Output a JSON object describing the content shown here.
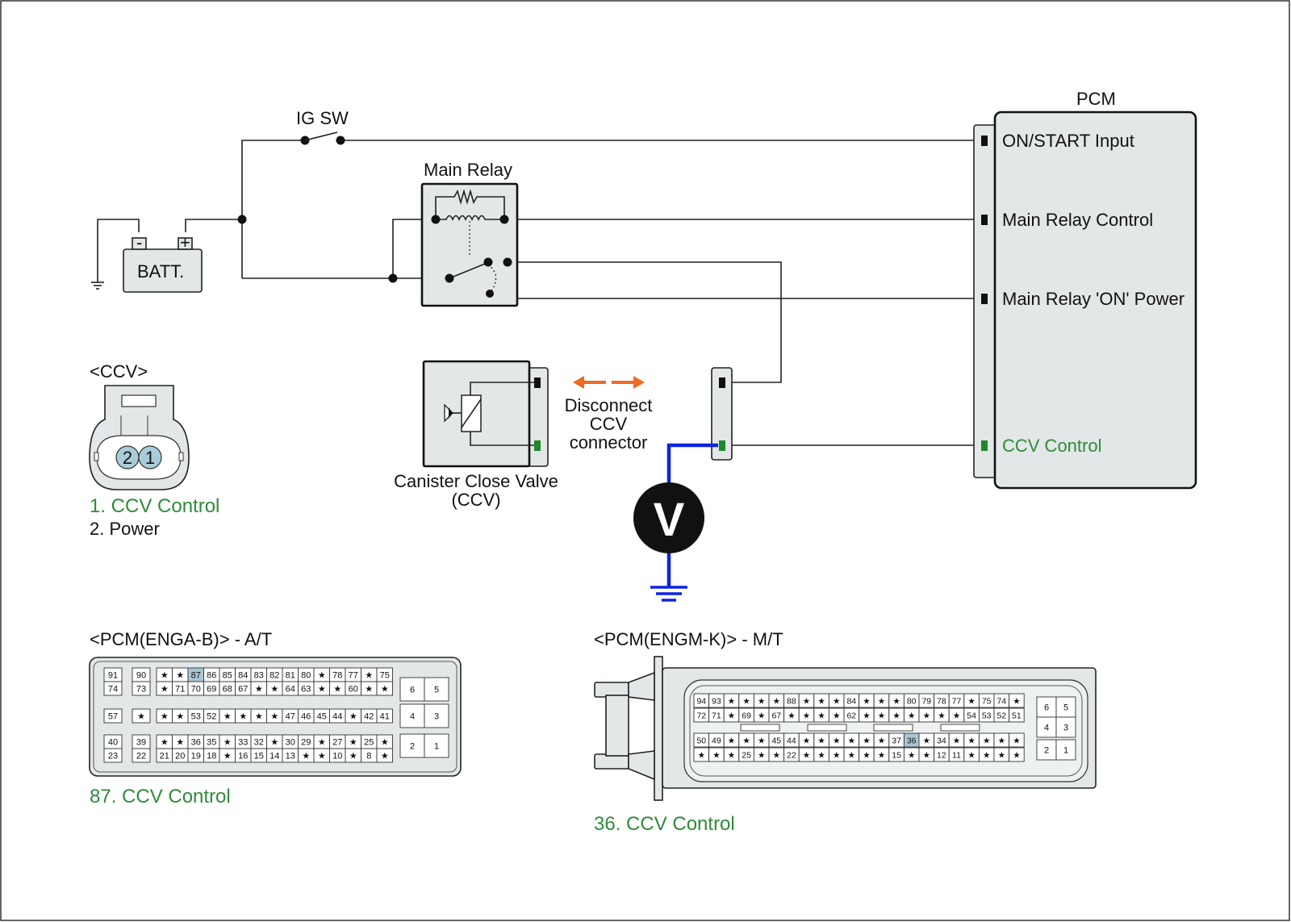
{
  "labels": {
    "ig_sw": "IG SW",
    "main_relay": "Main Relay",
    "batt": "BATT.",
    "batt_minus": "-",
    "batt_plus": "+",
    "pcm": "PCM",
    "pcm_on_start": "ON/START Input",
    "pcm_main_relay_control": "Main Relay Control",
    "pcm_main_relay_on_power": "Main Relay 'ON' Power",
    "pcm_ccv_control": "CCV Control",
    "ccv_title": "<CCV>",
    "ccv_pin_2": "2",
    "ccv_pin_1": "1",
    "ccv_legend_1": "1. CCV Control",
    "ccv_legend_2": "2. Power",
    "ccv_component_line1": "Canister Close Valve",
    "ccv_component_line2": "(CCV)",
    "disconnect_line1": "Disconnect",
    "disconnect_line2": "CCV",
    "disconnect_line3": "connector",
    "voltmeter": "V",
    "pcm_at_title": "<PCM(ENGA-B)> - A/T",
    "pcm_at_legend": "87. CCV Control",
    "pcm_mt_title": "<PCM(ENGM-K)> - M/T",
    "pcm_mt_legend": "36. CCV Control"
  },
  "colors": {
    "wire": "#222222",
    "measure_wire": "#1024e0",
    "arrow": "#ee6a22",
    "green_label": "#2e8b3a",
    "green_pin": "#1e8a2a",
    "box_fill": "#e3e7e7",
    "highlight_cell": "#a9c7d3",
    "ccv_pin_fill": "#a9cdd8"
  },
  "connector_at": {
    "left_col": [
      [
        "91",
        "90"
      ],
      [
        "74",
        "73"
      ],
      [
        "57",
        "★"
      ],
      [
        "40",
        "39"
      ],
      [
        "23",
        "22"
      ]
    ],
    "row1": [
      "★",
      "★",
      "87",
      "86",
      "85",
      "84",
      "83",
      "82",
      "81",
      "80",
      "★",
      "78",
      "77",
      "★",
      "75"
    ],
    "row2": [
      "★",
      "71",
      "70",
      "69",
      "68",
      "67",
      "★",
      "★",
      "64",
      "63",
      "★",
      "★",
      "60",
      "★",
      "★"
    ],
    "row3": [
      "★",
      "★",
      "53",
      "52",
      "★",
      "★",
      "★",
      "★",
      "47",
      "46",
      "45",
      "44",
      "★",
      "42",
      "41"
    ],
    "row4": [
      "★",
      "★",
      "36",
      "35",
      "★",
      "33",
      "32",
      "★",
      "30",
      "29",
      "★",
      "27",
      "★",
      "25",
      "★"
    ],
    "row5": [
      "21",
      "20",
      "19",
      "18",
      "★",
      "16",
      "15",
      "14",
      "13",
      "★",
      "★",
      "10",
      "★",
      "8",
      "★"
    ],
    "right_block": [
      [
        "6",
        "5"
      ],
      [
        "4",
        "3"
      ],
      [
        "2",
        "1"
      ]
    ],
    "highlight": "87"
  },
  "connector_mt": {
    "row1": [
      "94",
      "93",
      "★",
      "★",
      "★",
      "★",
      "88",
      "★",
      "★",
      "★",
      "84",
      "★",
      "★",
      "★",
      "80",
      "79",
      "78",
      "77",
      "★",
      "75",
      "74",
      "★"
    ],
    "row2": [
      "72",
      "71",
      "★",
      "69",
      "★",
      "67",
      "★",
      "★",
      "★",
      "★",
      "62",
      "★",
      "★",
      "★",
      "★",
      "★",
      "★",
      "★",
      "54",
      "53",
      "52",
      "51"
    ],
    "row3": [
      "50",
      "49",
      "★",
      "★",
      "★",
      "45",
      "44",
      "★",
      "★",
      "★",
      "★",
      "★",
      "★",
      "37",
      "36",
      "★",
      "34",
      "★",
      "★",
      "★",
      "★",
      "★"
    ],
    "row4": [
      "★",
      "★",
      "★",
      "25",
      "★",
      "★",
      "22",
      "★",
      "★",
      "★",
      "★",
      "★",
      "★",
      "15",
      "★",
      "★",
      "12",
      "11",
      "★",
      "★",
      "★",
      "★"
    ],
    "right_block": [
      [
        "6",
        "5"
      ],
      [
        "4",
        "3"
      ],
      [
        "2",
        "1"
      ]
    ],
    "highlight": "36"
  }
}
